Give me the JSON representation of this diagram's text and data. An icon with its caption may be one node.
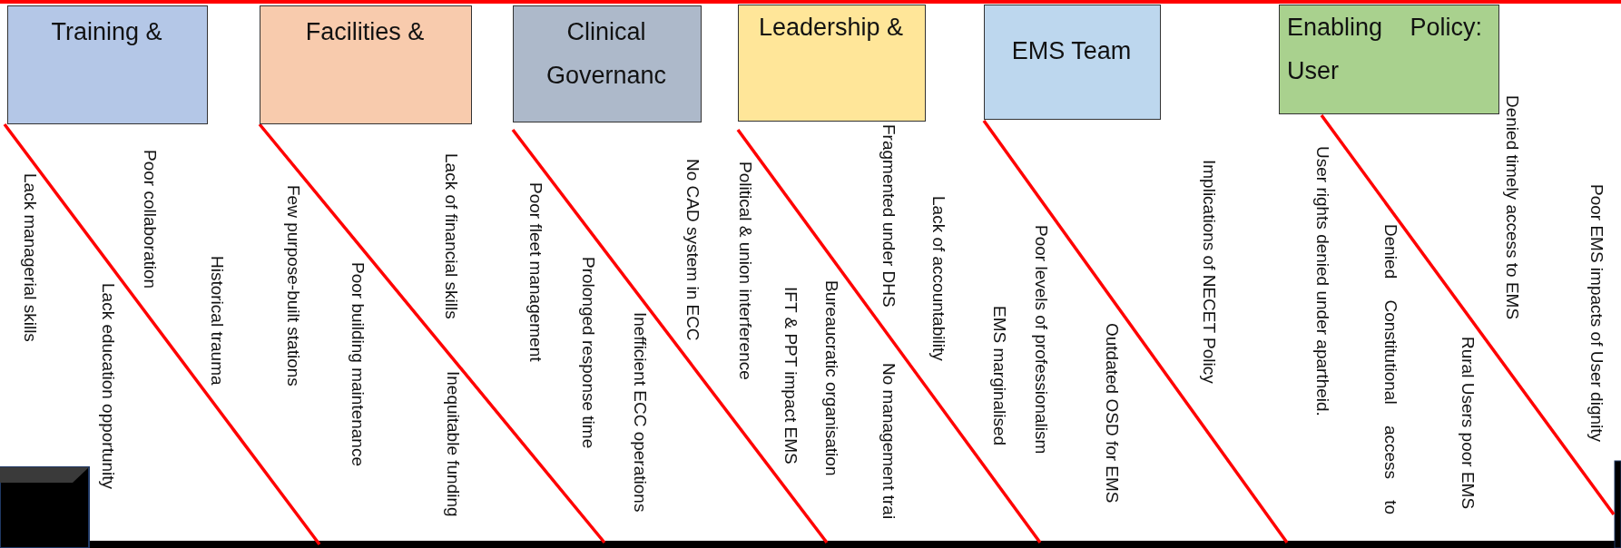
{
  "diagram": {
    "nodes": [
      {
        "text": [
          "Training &"
        ]
      },
      {
        "text": [
          "Facilities &"
        ]
      },
      {
        "text": [
          "Clinical Governanc"
        ]
      },
      {
        "text": [
          "Leadership &"
        ]
      },
      {
        "text": [
          "EMS Team"
        ]
      },
      {
        "text": [
          "Enabling Policy: User"
        ]
      }
    ],
    "edges": [
      {
        "from": 0,
        "to": null,
        "arrow": "none"
      },
      {
        "from": 1,
        "to": null,
        "arrow": "none"
      },
      {
        "from": 2,
        "to": null,
        "arrow": "none"
      },
      {
        "from": 3,
        "to": null,
        "arrow": "none"
      },
      {
        "from": 4,
        "to": null,
        "arrow": "none"
      },
      {
        "from": 5,
        "to": null,
        "arrow": "none"
      }
    ],
    "labels": [
      "Lack managerial skills",
      "Poor collaboration",
      "Lack education opportunity",
      "Historical trauma",
      "Few purpose-built stations",
      "Poor building maintenance",
      "Lack of financial skills",
      "Inequitable funding",
      "Poor fleet management",
      "Prolonged response time",
      "Inefficient ECC operations",
      "No CAD system in ECC",
      "Political & union interference",
      "IFT & PPT impact EMS",
      "Bureaucratic organisation",
      "Fragmented under DHS",
      "No management trai",
      "Lack of accountability",
      "EMS marginalised",
      "Poor levels of professionalism",
      "Outdated OSD for EMS",
      "Implications of NECET Policy",
      "User rights denied under apartheid.",
      "Denied Constitutional access to",
      "Rural Users poor EMS",
      "Denied timely access to EMS",
      "Poor EMS impacts of User dignity"
    ]
  }
}
